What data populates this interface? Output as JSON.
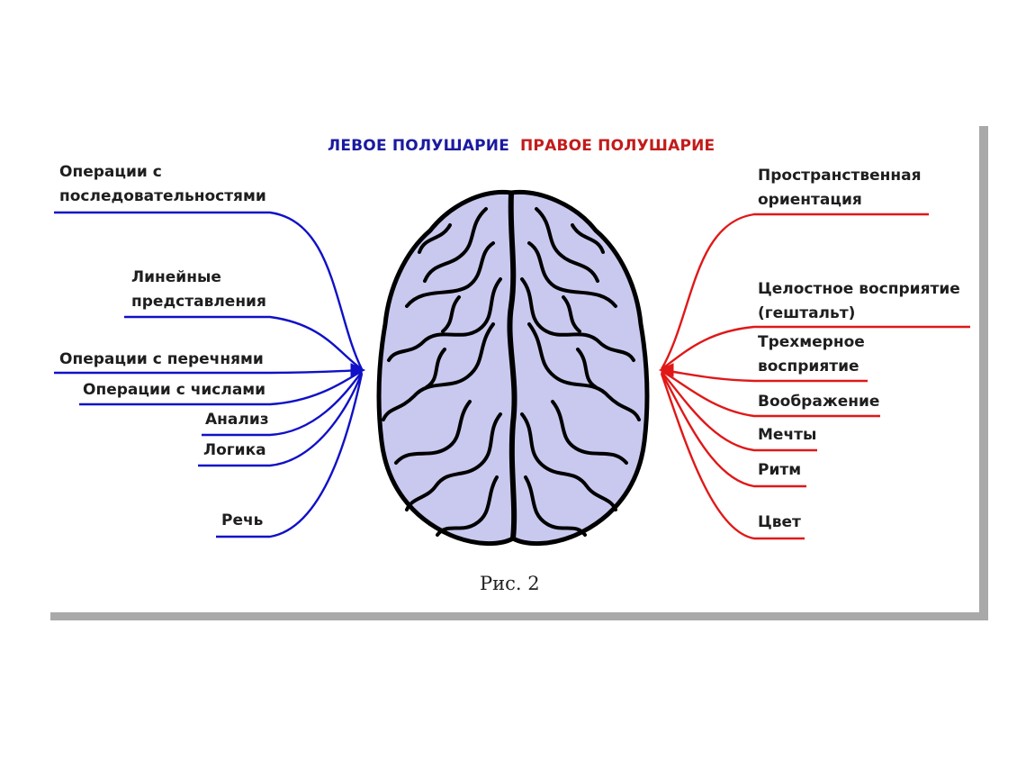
{
  "headers": {
    "left": "ЛЕВОЕ ПОЛУШАРИЕ",
    "right": "ПРАВОЕ ПОЛУШАРИЕ",
    "left_color": "#1a1aa0",
    "right_color": "#c21b1b"
  },
  "left_items": [
    {
      "line1": "Операции с",
      "line2": "последовательностями"
    },
    {
      "line1": "Линейные",
      "line2": "представления"
    },
    {
      "line1": "Операции с перечнями"
    },
    {
      "line1": "Операции с числами"
    },
    {
      "line1": "Анализ"
    },
    {
      "line1": "Логика"
    },
    {
      "line1": "Речь"
    }
  ],
  "right_items": [
    {
      "line1": "Пространственная",
      "line2": "ориентация"
    },
    {
      "line1": "Целостное восприятие",
      "line2": "(гештальт)"
    },
    {
      "line1": "Трехмерное",
      "line2": "восприятие"
    },
    {
      "line1": "Воображение"
    },
    {
      "line1": "Мечты"
    },
    {
      "line1": "Ритм"
    },
    {
      "line1": "Цвет"
    }
  ],
  "caption": "Рис. 2",
  "colors": {
    "left_lines": "#1010c8",
    "right_lines": "#e01818",
    "left_underline": "#3a3aa8",
    "right_underline": "#b86060",
    "brain_fill": "#c9c9ef",
    "brain_outline": "#000000"
  },
  "icons": {
    "brain": "brain-top-view-icon"
  }
}
